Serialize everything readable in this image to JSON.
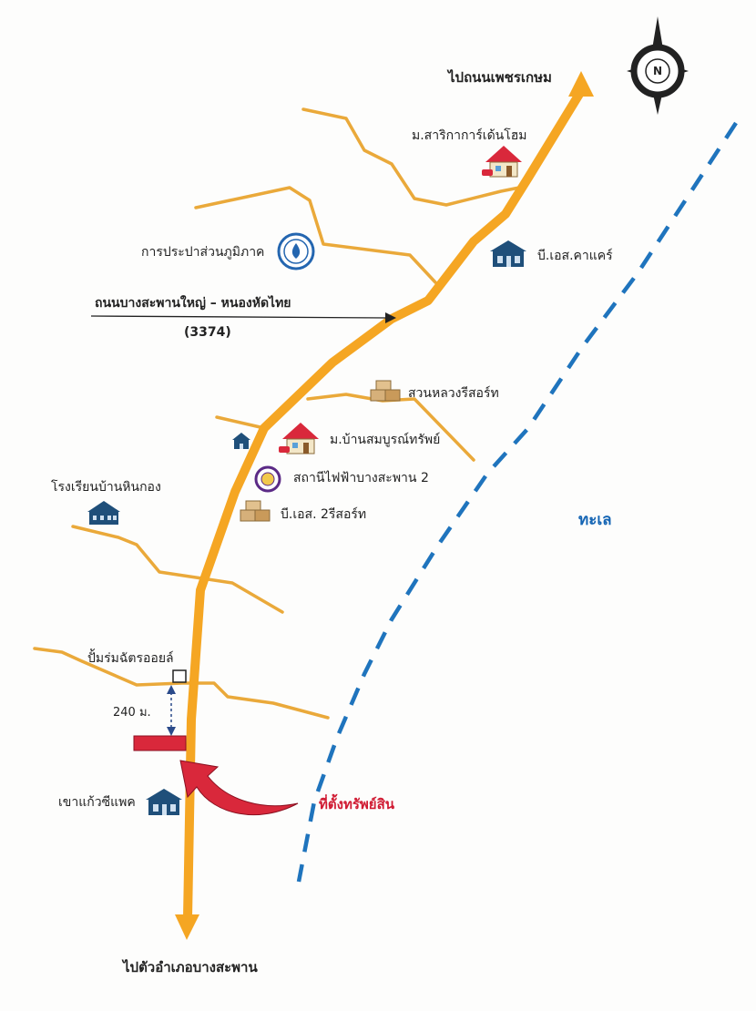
{
  "map": {
    "labels": {
      "to_phetkasem": "ไปถนนเพชรเกษม",
      "sarika_home": "ม.สาริกาการ์เด้นโฮม",
      "waterworks": "การประปาส่วนภูมิภาค",
      "bs_carcare": "บี.เอส.คาแคร์",
      "road_name": "ถนนบางสะพานใหญ่ – หนองหัดไทย",
      "road_number": "(3374)",
      "suan_luang": "สวนหลวงรีสอร์ท",
      "ban_somboon": "ม.บ้านสมบูรณ์ทรัพย์",
      "power_station": "สถานีไฟฟ้าบางสะพาน 2",
      "school": "โรงเรียนบ้านหินกอง",
      "bs2_resort": "บี.เอส. 2รีสอร์ท",
      "sea": "ทะเล",
      "gas_station": "ปั้มร่มฉัตรออยล์",
      "distance": "240 ม.",
      "khao_kaew": "เขาแก้วซีแพค",
      "property_location": "ที่ตั้งทรัพย์สิน",
      "to_bang_saphan": "ไปตัวอำเภอบางสะพาน",
      "compass_n": "N"
    },
    "colors": {
      "main_road": "#f5a623",
      "side_road": "#eaa93a",
      "coastline": "#1f74bd",
      "property_marker": "#d9283b",
      "house_blue": "#1f4f7a",
      "house_red": "#d9283b"
    },
    "icons": [
      "compass-icon",
      "house-icon",
      "waterworks-logo-icon",
      "boxes-icon",
      "power-station-logo-icon",
      "school-icon",
      "gas-station-icon",
      "property-arrow-icon"
    ]
  }
}
